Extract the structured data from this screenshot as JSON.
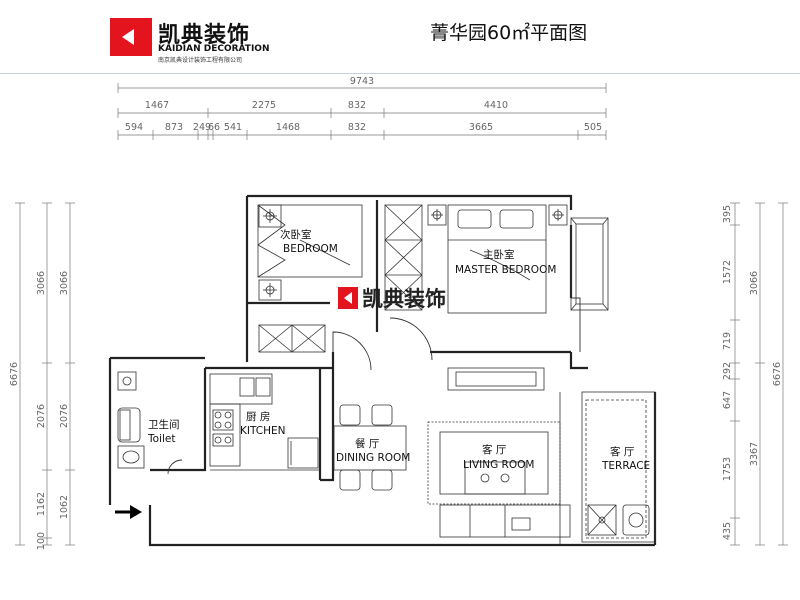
{
  "header": {
    "brand_cn": "凯典装饰",
    "brand_en": "KAIDIAN DECORATION",
    "brand_sub": "南京凯典设计装饰工程有限公司",
    "title": "菁华园60㎡平面图"
  },
  "watermark": {
    "text": "凯典装饰"
  },
  "dimensions": {
    "top_total": "9743",
    "top_row1": [
      "1467",
      "2275",
      "832",
      "4410"
    ],
    "top_row2": [
      "594",
      "873",
      "249",
      "66",
      "541",
      "1468",
      "832",
      "3665",
      "505"
    ],
    "left_outer": [
      "6676"
    ],
    "left_mid": [
      "3066",
      "2076",
      "1162",
      "100"
    ],
    "left_inner": [
      "3066",
      "2076",
      "1062"
    ],
    "right_inner": [
      "395",
      "1572",
      "719",
      "292",
      "647",
      "1753",
      "435"
    ],
    "right_mid": [
      "3066",
      "3367"
    ],
    "right_outer": [
      "6676"
    ]
  },
  "rooms": {
    "bedroom_cn": "次卧室",
    "bedroom_en": "BEDROOM",
    "master_cn": "主卧室",
    "master_en": "MASTER BEDROOM",
    "bath_cn": "卫生间",
    "bath_en": "Toilet",
    "kitchen_cn": "厨 房",
    "kitchen_en": "KITCHEN",
    "dining_cn": "餐 厅",
    "dining_en": "DINING ROOM",
    "living_cn": "客 厅",
    "living_en": "LIVING ROOM",
    "terrace_cn": "客 厅",
    "terrace_en": "TERRACE"
  },
  "colors": {
    "brand_red": "#e3141e",
    "wall": "#222222",
    "dim_line": "#777777"
  },
  "icons": {
    "entry": "arrow-right-icon"
  }
}
